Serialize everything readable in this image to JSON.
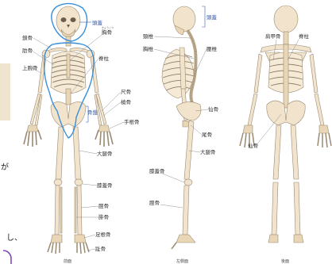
{
  "figure": {
    "front_labels": {
      "skull": "頭蓋",
      "sternum": "胸骨",
      "clavicle": "鎖骨",
      "rib": "肋骨",
      "humerus": "上腕骨",
      "spine": "脊柱",
      "ulna": "尺骨",
      "radius": "橈骨",
      "pelvis": "骨盤",
      "carpal": "手根骨",
      "femur": "大腿骨",
      "patella": "膝蓋骨",
      "tibia": "脛骨",
      "fibula": "腓骨",
      "tarsal": "足根骨",
      "phalanges": "趾骨",
      "sternum_furigana": "きょうこつ"
    },
    "side_labels": {
      "skull": "頭蓋",
      "cervical": "頸椎",
      "thoracic": "胸椎",
      "lumbar": "腰椎",
      "sacrum": "仙骨",
      "coccyx": "尾骨",
      "femur": "大腿骨",
      "patella": "膝蓋骨",
      "tibia": "脛骨"
    },
    "back_labels": {
      "scapula": "肩甲骨",
      "spine": "脊柱",
      "sacrum": "仙骨"
    },
    "captions": [
      "前面",
      "左側面",
      "後面"
    ],
    "left_text": [
      "が",
      "し、"
    ]
  },
  "colors": {
    "annotation": "#3a8fd8",
    "bone": "#f2e4cc",
    "bracket": "#3a5fb0",
    "marker": "#7b3fb8"
  }
}
